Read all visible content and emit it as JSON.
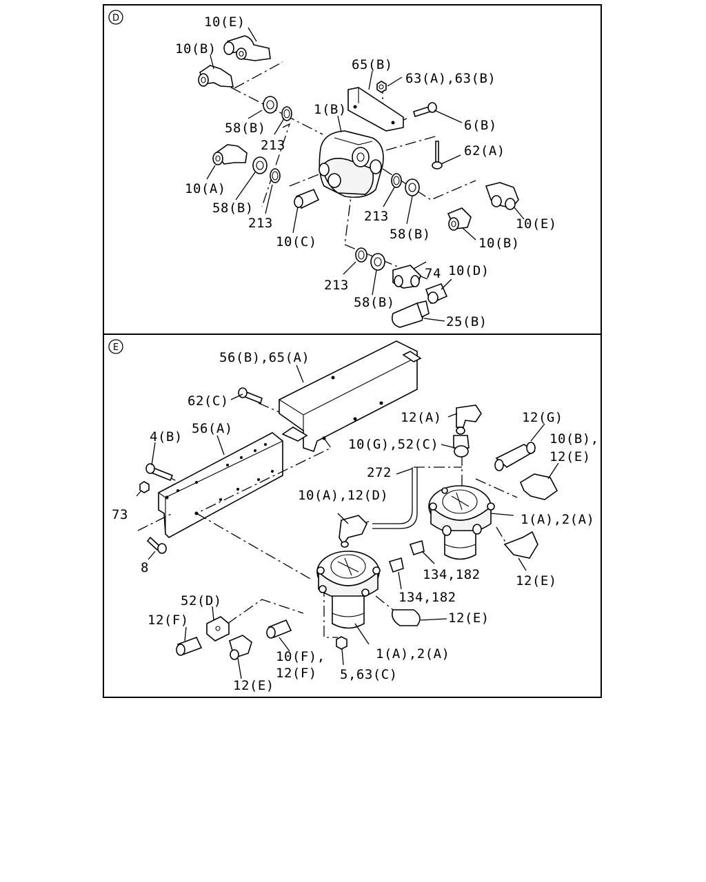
{
  "sections": {
    "d": {
      "marker": "D"
    },
    "e": {
      "marker": "E"
    }
  },
  "labels_d": {
    "l1": "10(E)",
    "l2": "10(B)",
    "l3": "65(B)",
    "l4": "63(A),63(B)",
    "l5": "1(B)",
    "l6": "58(B)",
    "l7": "213",
    "l8": "6(B)",
    "l9": "62(A)",
    "l10": "10(A)",
    "l11": "58(B)",
    "l12": "213",
    "l13": "10(C)",
    "l14": "213",
    "l15": "58(B)",
    "l16": "10(E)",
    "l17": "10(B)",
    "l18": "74",
    "l19": "10(D)",
    "l20": "213",
    "l21": "58(B)",
    "l22": "25(B)"
  },
  "labels_e": {
    "l1": "56(B),65(A)",
    "l2": "62(C)",
    "l3": "12(A)",
    "l4": "12(G)",
    "l5": "4(B)",
    "l6": "56(A)",
    "l7": "10(G),52(C)",
    "l8": "10(B),",
    "l9": "12(E)",
    "l10": "272",
    "l11": "73",
    "l12": "10(A),12(D)",
    "l13": "1(A),2(A)",
    "l14": "8",
    "l15": "134,182",
    "l16": "12(E)",
    "l17": "134,182",
    "l18": "52(D)",
    "l19": "12(F)",
    "l20": "12(E)",
    "l21": "10(F),",
    "l22": "12(F)",
    "l23": "1(A),2(A)",
    "l24": "12(E)",
    "l25": "5,63(C)"
  }
}
